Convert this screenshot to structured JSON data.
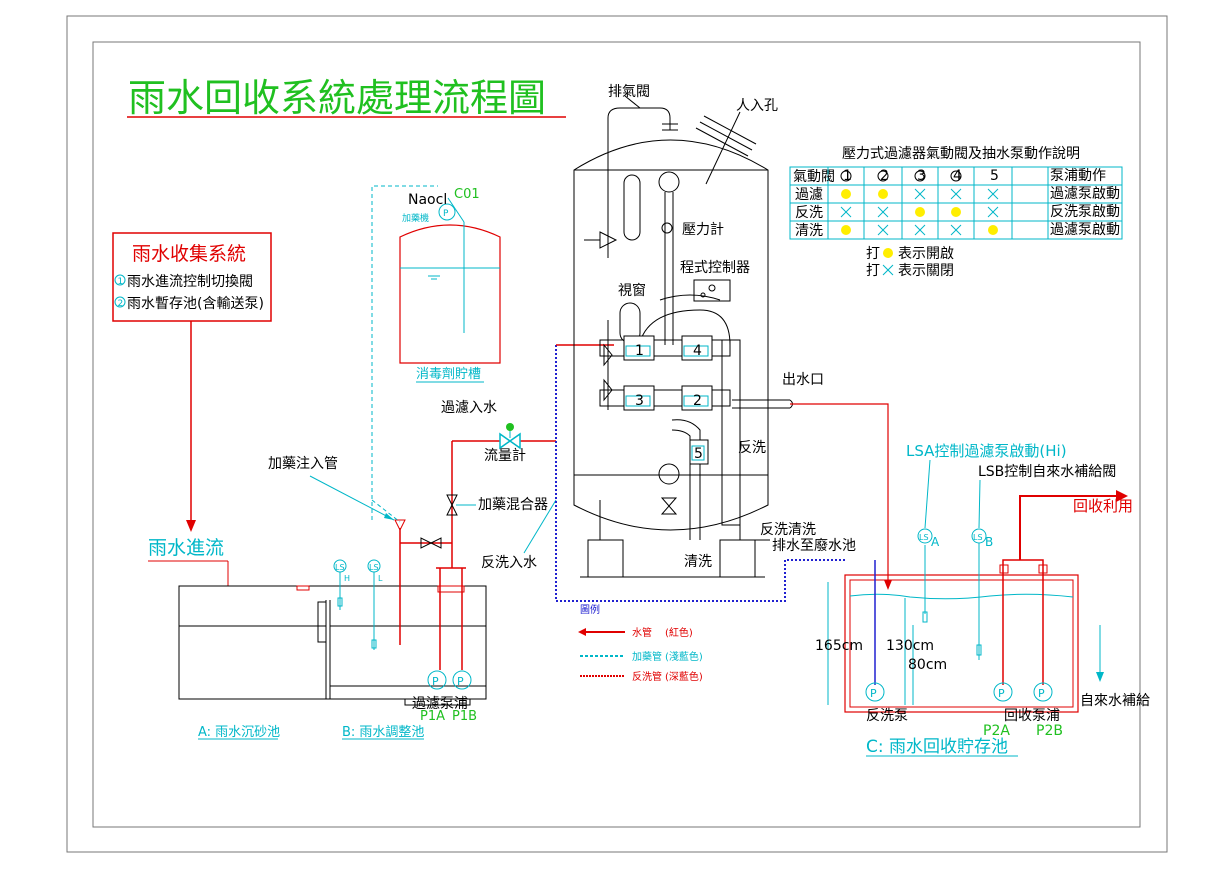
{
  "title": "雨水回收系統處理流程圖",
  "collection_box": {
    "title": "雨水收集系統",
    "items": [
      {
        "num": "1",
        "label": "雨水進流控制切換閥"
      },
      {
        "num": "2",
        "label": "雨水暫存池(含輸送泵)"
      }
    ]
  },
  "labels": {
    "inflow": "雨水進流",
    "dosing_pipe": "加藥注入管",
    "filter_inlet": "過濾入水",
    "flowmeter": "流量計",
    "dosing_mixer": "加藥混合器",
    "backwash_inlet": "反洗入水",
    "air_vent": "排氣閥",
    "manhole": "人入孔",
    "pressure_gauge": "壓力計",
    "controller": "程式控制器",
    "sight_glass": "視窗",
    "outlet": "出水口",
    "backwash": "反洗",
    "rinse": "清洗",
    "backwash_rinse": "反洗清洗",
    "drain": "排水至廢水池",
    "naocl": "Naocl",
    "c01": "C01",
    "dosing_pump": "加藥機",
    "disinfectant_tank": "消毒劑貯槽",
    "lsa": "LSA控制過濾泵啟動(Hi)",
    "lsb": "LSB控制自來水補給閥",
    "reuse": "回收利用",
    "pool_a": "A: 雨水沉砂池",
    "pool_b": "B: 雨水調整池",
    "pool_c": "C: 雨水回收貯存池",
    "filter_pump": "過濾泵浦",
    "p1a": "P1A",
    "p1b": "P1B",
    "backwash_pump": "反洗泵",
    "recovery_pump": "回收泵浦",
    "p2a": "P2A",
    "p2b": "P2B",
    "water_supply": "自來水補給",
    "dim_165": "165cm",
    "dim_130": "130cm",
    "dim_80": "80cm",
    "ls_h": "H",
    "ls_l": "L",
    "ls_a": "A",
    "ls_b": "B",
    "ls": "LS",
    "pump_p": "P"
  },
  "legend": {
    "title": "圖例",
    "items": [
      {
        "label": "水管",
        "color_name": "(紅色)",
        "color": "#e00000"
      },
      {
        "label": "加藥管",
        "color_name": "(淺藍色)",
        "color": "#00b7c8"
      },
      {
        "label": "反洗管",
        "color_name": "(深藍色)",
        "color": "#2020d0"
      }
    ]
  },
  "valve_table": {
    "title": "壓力式過濾器氣動閥及抽水泵動作說明",
    "header": [
      "氣動閥",
      "1",
      "2",
      "3",
      "4",
      "5",
      "泵浦動作"
    ],
    "rows": [
      {
        "name": "過濾",
        "cells": [
          "open",
          "open",
          "closed",
          "closed",
          "closed"
        ],
        "action": "過濾泵啟動"
      },
      {
        "name": "反洗",
        "cells": [
          "closed",
          "closed",
          "open",
          "open",
          "closed"
        ],
        "action": "反洗泵啟動"
      },
      {
        "name": "清洗",
        "cells": [
          "open",
          "closed",
          "closed",
          "closed",
          "open"
        ],
        "action": "過濾泵啟動"
      }
    ],
    "notes": [
      {
        "prefix": "打",
        "symbol": "open",
        "text": "表示開啟"
      },
      {
        "prefix": "打",
        "symbol": "closed",
        "text": "表示關閉"
      }
    ]
  },
  "valve_numbers": [
    "1",
    "2",
    "3",
    "4",
    "5"
  ],
  "colors": {
    "water_pipe": "#e00000",
    "dosing_pipe": "#00b7c8",
    "backwash_pipe": "#2020d0",
    "title": "#20c020",
    "open_dot": "#ffee00"
  }
}
